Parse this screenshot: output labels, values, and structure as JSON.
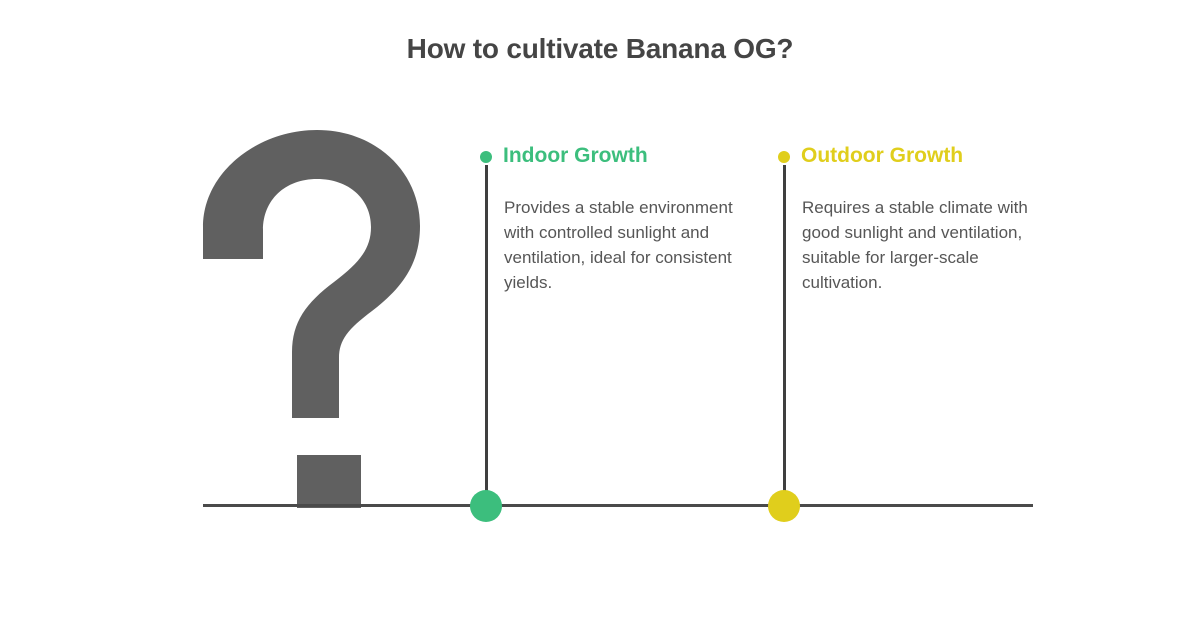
{
  "page": {
    "title": "How to cultivate Banana OG?",
    "background_color": "#ffffff"
  },
  "graphic": {
    "name": "question-mark-glyph",
    "character": "?",
    "color": "#606060"
  },
  "baseline": {
    "color": "#4a4a4a"
  },
  "colors": {
    "title": "#454545",
    "body_text": "#565656",
    "stem": "#3f3f3f",
    "indoor_accent": "#3CBE7D",
    "outdoor_accent": "#E0CE1C"
  },
  "columns": [
    {
      "id": "indoor",
      "heading": "Indoor Growth",
      "body": "Provides a stable environment with controlled sunlight and ventilation, ideal for consistent yields.",
      "accent_color": "#3CBE7D"
    },
    {
      "id": "outdoor",
      "heading": "Outdoor Growth",
      "body": "Requires a stable climate with good sunlight and ventilation, suitable for larger-scale cultivation.",
      "accent_color": "#E0CE1C"
    }
  ]
}
